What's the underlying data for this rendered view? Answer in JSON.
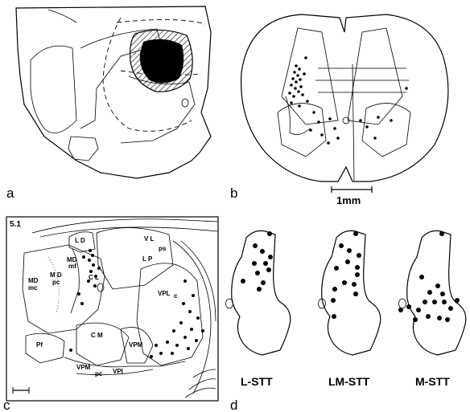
{
  "panels": {
    "a": {
      "letter": "a"
    },
    "b": {
      "letter": "b",
      "scale_bar_label": "1mm"
    },
    "c": {
      "letter": "c",
      "section_number": "5.1",
      "regions": {
        "LD": "L D",
        "VL": "V L",
        "ps": "ps",
        "LP": "L P",
        "MDmf_1": "MD",
        "MDmf_2": "mf",
        "MDmc_1": "MD",
        "MDmc_2": "mc",
        "MDpc_1": "M D",
        "MDpc_2": "pc",
        "CL": "C L",
        "VPLc": "VPL",
        "VPLc_sub": "c",
        "CM": "C M",
        "Pf": "Pf",
        "VPM": "VPM",
        "VPMpc_1": "VPM",
        "VPMpc_2": "pc",
        "VPI": "VPI"
      }
    },
    "d": {
      "letter": "d",
      "labels": [
        "L-STT",
        "LM-STT",
        "M-STT"
      ]
    }
  }
}
